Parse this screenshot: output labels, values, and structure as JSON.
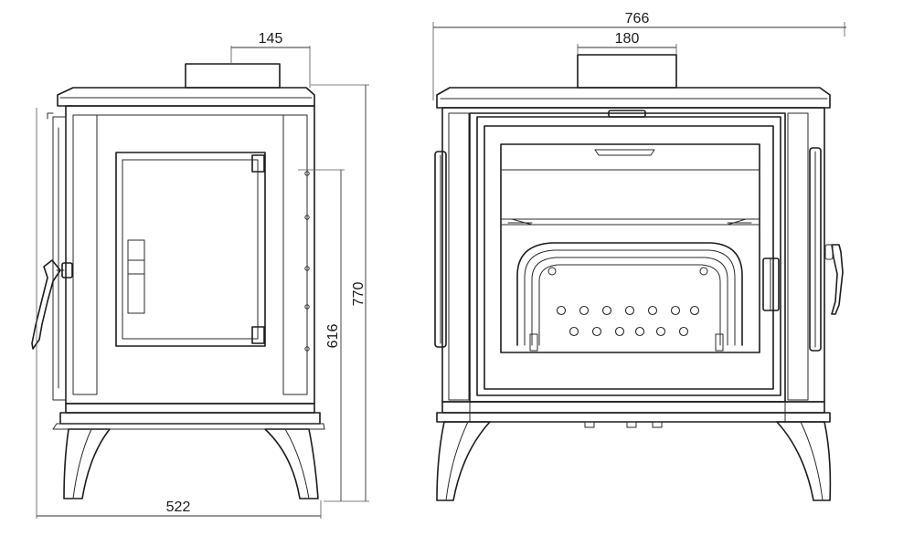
{
  "dimensions": {
    "side_flue_offset": "145",
    "side_total_height": "770",
    "side_flue_height": "616",
    "side_depth": "522",
    "front_width": "766",
    "front_flue_width": "180"
  }
}
